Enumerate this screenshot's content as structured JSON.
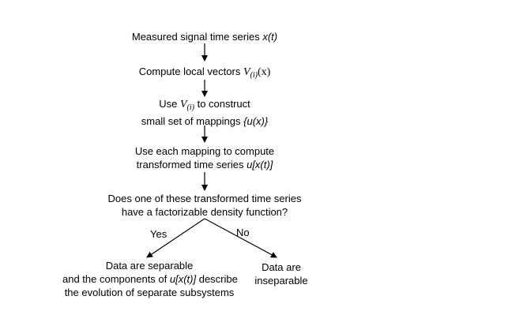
{
  "nodes": {
    "measured": {
      "text": "Measured signal time series ",
      "var": "x(t)"
    },
    "compute_local": {
      "text": "Compute local vectors ",
      "V": "V",
      "sub": "(i)",
      "arg": "(x)"
    },
    "use_v": {
      "pre": "Use ",
      "V": "V",
      "sub": "(i)",
      "post": " to construct",
      "line2_text": "small set of mappings ",
      "line2_var": "{u(x)}"
    },
    "use_each": {
      "line1": "Use each mapping to compute",
      "line2_text": "transformed time series ",
      "line2_var": "u[x(t)]"
    },
    "question": {
      "line1": "Does one of these transformed time series",
      "line2": "have a factorizable density function?"
    },
    "separable": {
      "line1": "Data are separable",
      "line2_text": "and the components of ",
      "line2_var": "u[x(t)]",
      "line2_end": " describe",
      "line3": "the evolution of separate subsystems"
    },
    "inseparable": {
      "line1": "Data are",
      "line2": "inseparable"
    }
  },
  "edges": {
    "yes_label": "Yes",
    "no_label": "No"
  }
}
